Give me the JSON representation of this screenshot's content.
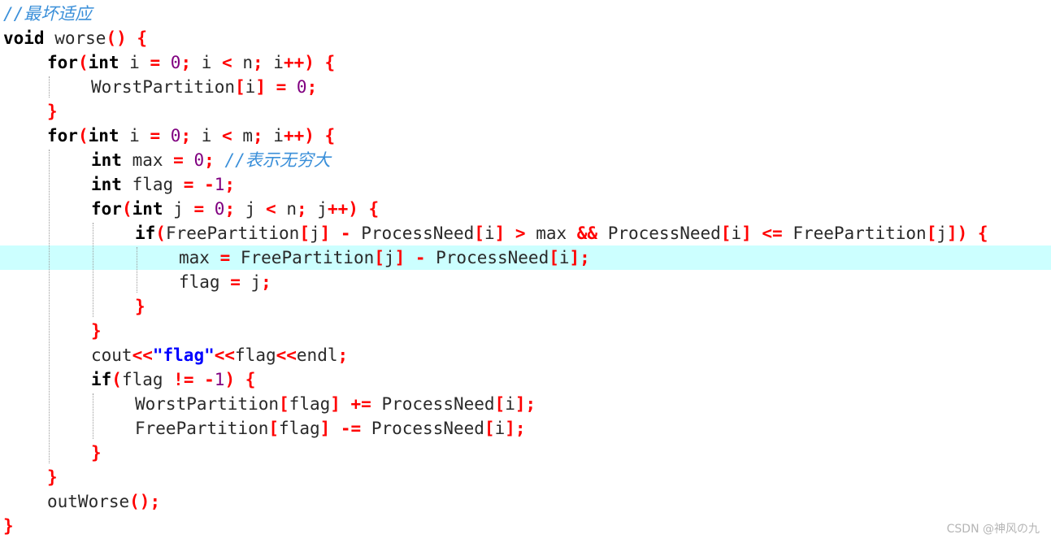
{
  "editor": {
    "highlight_line": 10,
    "lines": [
      {
        "indent": 0,
        "tokens": [
          {
            "t": "cmt",
            "v": "//最坏适应"
          }
        ]
      },
      {
        "indent": 0,
        "tokens": [
          {
            "t": "kw",
            "v": "void"
          },
          {
            "t": "id",
            "v": " worse"
          },
          {
            "t": "op",
            "v": "() {"
          }
        ]
      },
      {
        "indent": 1,
        "tokens": [
          {
            "t": "kw",
            "v": "for"
          },
          {
            "t": "op",
            "v": "("
          },
          {
            "t": "kw",
            "v": "int"
          },
          {
            "t": "id",
            "v": " i "
          },
          {
            "t": "op",
            "v": "="
          },
          {
            "t": "id",
            "v": " "
          },
          {
            "t": "num",
            "v": "0"
          },
          {
            "t": "op",
            "v": ";"
          },
          {
            "t": "id",
            "v": " i "
          },
          {
            "t": "op",
            "v": "<"
          },
          {
            "t": "id",
            "v": " n"
          },
          {
            "t": "op",
            "v": ";"
          },
          {
            "t": "id",
            "v": " i"
          },
          {
            "t": "op",
            "v": "++) {"
          }
        ]
      },
      {
        "indent": 2,
        "tokens": [
          {
            "t": "id",
            "v": "WorstPartition"
          },
          {
            "t": "op",
            "v": "["
          },
          {
            "t": "id",
            "v": "i"
          },
          {
            "t": "op",
            "v": "] ="
          },
          {
            "t": "id",
            "v": " "
          },
          {
            "t": "num",
            "v": "0"
          },
          {
            "t": "op",
            "v": ";"
          }
        ]
      },
      {
        "indent": 1,
        "tokens": [
          {
            "t": "op",
            "v": "}"
          }
        ]
      },
      {
        "indent": 1,
        "tokens": [
          {
            "t": "kw",
            "v": "for"
          },
          {
            "t": "op",
            "v": "("
          },
          {
            "t": "kw",
            "v": "int"
          },
          {
            "t": "id",
            "v": " i "
          },
          {
            "t": "op",
            "v": "="
          },
          {
            "t": "id",
            "v": " "
          },
          {
            "t": "num",
            "v": "0"
          },
          {
            "t": "op",
            "v": ";"
          },
          {
            "t": "id",
            "v": " i "
          },
          {
            "t": "op",
            "v": "<"
          },
          {
            "t": "id",
            "v": " m"
          },
          {
            "t": "op",
            "v": ";"
          },
          {
            "t": "id",
            "v": " i"
          },
          {
            "t": "op",
            "v": "++) {"
          }
        ]
      },
      {
        "indent": 2,
        "tokens": [
          {
            "t": "kw",
            "v": "int"
          },
          {
            "t": "id",
            "v": " max "
          },
          {
            "t": "op",
            "v": "="
          },
          {
            "t": "id",
            "v": " "
          },
          {
            "t": "num",
            "v": "0"
          },
          {
            "t": "op",
            "v": ";"
          },
          {
            "t": "id",
            "v": " "
          },
          {
            "t": "cmt",
            "v": "//表示无穷大"
          }
        ]
      },
      {
        "indent": 2,
        "tokens": [
          {
            "t": "kw",
            "v": "int"
          },
          {
            "t": "id",
            "v": " flag "
          },
          {
            "t": "op",
            "v": "="
          },
          {
            "t": "id",
            "v": " "
          },
          {
            "t": "op",
            "v": "-"
          },
          {
            "t": "num",
            "v": "1"
          },
          {
            "t": "op",
            "v": ";"
          }
        ]
      },
      {
        "indent": 2,
        "tokens": [
          {
            "t": "kw",
            "v": "for"
          },
          {
            "t": "op",
            "v": "("
          },
          {
            "t": "kw",
            "v": "int"
          },
          {
            "t": "id",
            "v": " j "
          },
          {
            "t": "op",
            "v": "="
          },
          {
            "t": "id",
            "v": " "
          },
          {
            "t": "num",
            "v": "0"
          },
          {
            "t": "op",
            "v": ";"
          },
          {
            "t": "id",
            "v": " j "
          },
          {
            "t": "op",
            "v": "<"
          },
          {
            "t": "id",
            "v": " n"
          },
          {
            "t": "op",
            "v": ";"
          },
          {
            "t": "id",
            "v": " j"
          },
          {
            "t": "op",
            "v": "++) {"
          }
        ]
      },
      {
        "indent": 3,
        "tokens": [
          {
            "t": "kw",
            "v": "if"
          },
          {
            "t": "op",
            "v": "("
          },
          {
            "t": "id",
            "v": "FreePartition"
          },
          {
            "t": "op",
            "v": "["
          },
          {
            "t": "id",
            "v": "j"
          },
          {
            "t": "op",
            "v": "] -"
          },
          {
            "t": "id",
            "v": " ProcessNeed"
          },
          {
            "t": "op",
            "v": "["
          },
          {
            "t": "id",
            "v": "i"
          },
          {
            "t": "op",
            "v": "] >"
          },
          {
            "t": "id",
            "v": " max "
          },
          {
            "t": "op",
            "v": "&&"
          },
          {
            "t": "id",
            "v": " ProcessNeed"
          },
          {
            "t": "op",
            "v": "["
          },
          {
            "t": "id",
            "v": "i"
          },
          {
            "t": "op",
            "v": "] <="
          },
          {
            "t": "id",
            "v": " FreePartition"
          },
          {
            "t": "op",
            "v": "["
          },
          {
            "t": "id",
            "v": "j"
          },
          {
            "t": "op",
            "v": "]) {"
          }
        ]
      },
      {
        "indent": 4,
        "tokens": [
          {
            "t": "id",
            "v": "max "
          },
          {
            "t": "op",
            "v": "="
          },
          {
            "t": "id",
            "v": " FreePartition"
          },
          {
            "t": "op",
            "v": "["
          },
          {
            "t": "id",
            "v": "j"
          },
          {
            "t": "op",
            "v": "] -"
          },
          {
            "t": "id",
            "v": " ProcessNeed"
          },
          {
            "t": "op",
            "v": "["
          },
          {
            "t": "id",
            "v": "i"
          },
          {
            "t": "op",
            "v": "];"
          }
        ]
      },
      {
        "indent": 4,
        "tokens": [
          {
            "t": "id",
            "v": "flag "
          },
          {
            "t": "op",
            "v": "="
          },
          {
            "t": "id",
            "v": " j"
          },
          {
            "t": "op",
            "v": ";"
          }
        ]
      },
      {
        "indent": 3,
        "tokens": [
          {
            "t": "op",
            "v": "}"
          }
        ]
      },
      {
        "indent": 2,
        "tokens": [
          {
            "t": "op",
            "v": "}"
          }
        ]
      },
      {
        "indent": 2,
        "tokens": [
          {
            "t": "id",
            "v": "cout"
          },
          {
            "t": "op",
            "v": "<<"
          },
          {
            "t": "str",
            "v": "\"flag\""
          },
          {
            "t": "op",
            "v": "<<"
          },
          {
            "t": "id",
            "v": "flag"
          },
          {
            "t": "op",
            "v": "<<"
          },
          {
            "t": "id",
            "v": "endl"
          },
          {
            "t": "op",
            "v": ";"
          }
        ]
      },
      {
        "indent": 2,
        "tokens": [
          {
            "t": "kw",
            "v": "if"
          },
          {
            "t": "op",
            "v": "("
          },
          {
            "t": "id",
            "v": "flag "
          },
          {
            "t": "op",
            "v": "!="
          },
          {
            "t": "id",
            "v": " "
          },
          {
            "t": "op",
            "v": "-"
          },
          {
            "t": "num",
            "v": "1"
          },
          {
            "t": "op",
            "v": ") {"
          }
        ]
      },
      {
        "indent": 3,
        "tokens": [
          {
            "t": "id",
            "v": "WorstPartition"
          },
          {
            "t": "op",
            "v": "["
          },
          {
            "t": "id",
            "v": "flag"
          },
          {
            "t": "op",
            "v": "] +="
          },
          {
            "t": "id",
            "v": " ProcessNeed"
          },
          {
            "t": "op",
            "v": "["
          },
          {
            "t": "id",
            "v": "i"
          },
          {
            "t": "op",
            "v": "];"
          }
        ]
      },
      {
        "indent": 3,
        "tokens": [
          {
            "t": "id",
            "v": "FreePartition"
          },
          {
            "t": "op",
            "v": "["
          },
          {
            "t": "id",
            "v": "flag"
          },
          {
            "t": "op",
            "v": "] -="
          },
          {
            "t": "id",
            "v": " ProcessNeed"
          },
          {
            "t": "op",
            "v": "["
          },
          {
            "t": "id",
            "v": "i"
          },
          {
            "t": "op",
            "v": "];"
          }
        ]
      },
      {
        "indent": 2,
        "tokens": [
          {
            "t": "op",
            "v": "}"
          }
        ]
      },
      {
        "indent": 1,
        "tokens": [
          {
            "t": "op",
            "v": "}"
          }
        ]
      },
      {
        "indent": 1,
        "tokens": [
          {
            "t": "id",
            "v": "outWorse"
          },
          {
            "t": "op",
            "v": "();"
          }
        ]
      },
      {
        "indent": 0,
        "tokens": [
          {
            "t": "op",
            "v": "}"
          }
        ]
      }
    ]
  },
  "watermark": "CSDN @神风の九"
}
